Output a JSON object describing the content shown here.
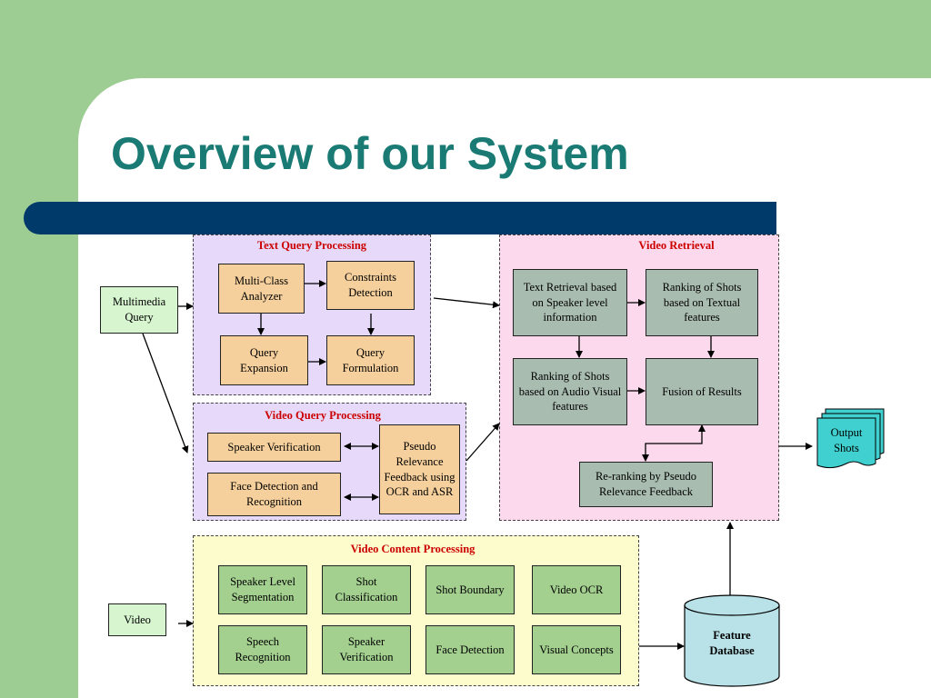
{
  "slide": {
    "title": "Overview of our System"
  },
  "regions": {
    "text_query": "Text Query Processing",
    "video_query": "Video Query Processing",
    "video_retrieval": "Video Retrieval",
    "video_content": "Video Content Processing"
  },
  "nodes": {
    "multimedia_query": "Multimedia Query",
    "multi_class_analyzer": "Multi-Class Analyzer",
    "constraints_detection": "Constraints Detection",
    "query_expansion": "Query Expansion",
    "query_formulation": "Query Formulation",
    "speaker_verification_q": "Speaker Verification",
    "face_detection_recognition": "Face Detection and Recognition",
    "pseudo_relevance_feedback": "Pseudo Relevance Feedback using OCR and ASR",
    "text_retrieval": "Text Retrieval based on Speaker level information",
    "ranking_textual": "Ranking of Shots based on Textual features",
    "ranking_audio_visual": "Ranking of Shots based on Audio Visual features",
    "fusion_of_results": "Fusion of Results",
    "reranking": "Re-ranking by Pseudo Relevance Feedback",
    "output_shots": "Output Shots",
    "video": "Video",
    "speaker_level_segmentation": "Speaker Level Segmentation",
    "shot_classification": "Shot Classification",
    "shot_boundary": "Shot Boundary",
    "video_ocr": "Video OCR",
    "speech_recognition": "Speech Recognition",
    "speaker_verification_c": "Speaker Verification",
    "face_detection": "Face Detection",
    "visual_concepts": "Visual Concepts",
    "feature_database": "Feature Database"
  },
  "colors": {
    "text_query_bg": "#e6d9fa",
    "video_query_bg": "#e6d9fa",
    "video_retrieval_bg": "#fcd9ec",
    "video_content_bg": "#fcfccc",
    "title": "#1a7a74",
    "region_title": "#cc0000",
    "bar": "#003a6a"
  }
}
